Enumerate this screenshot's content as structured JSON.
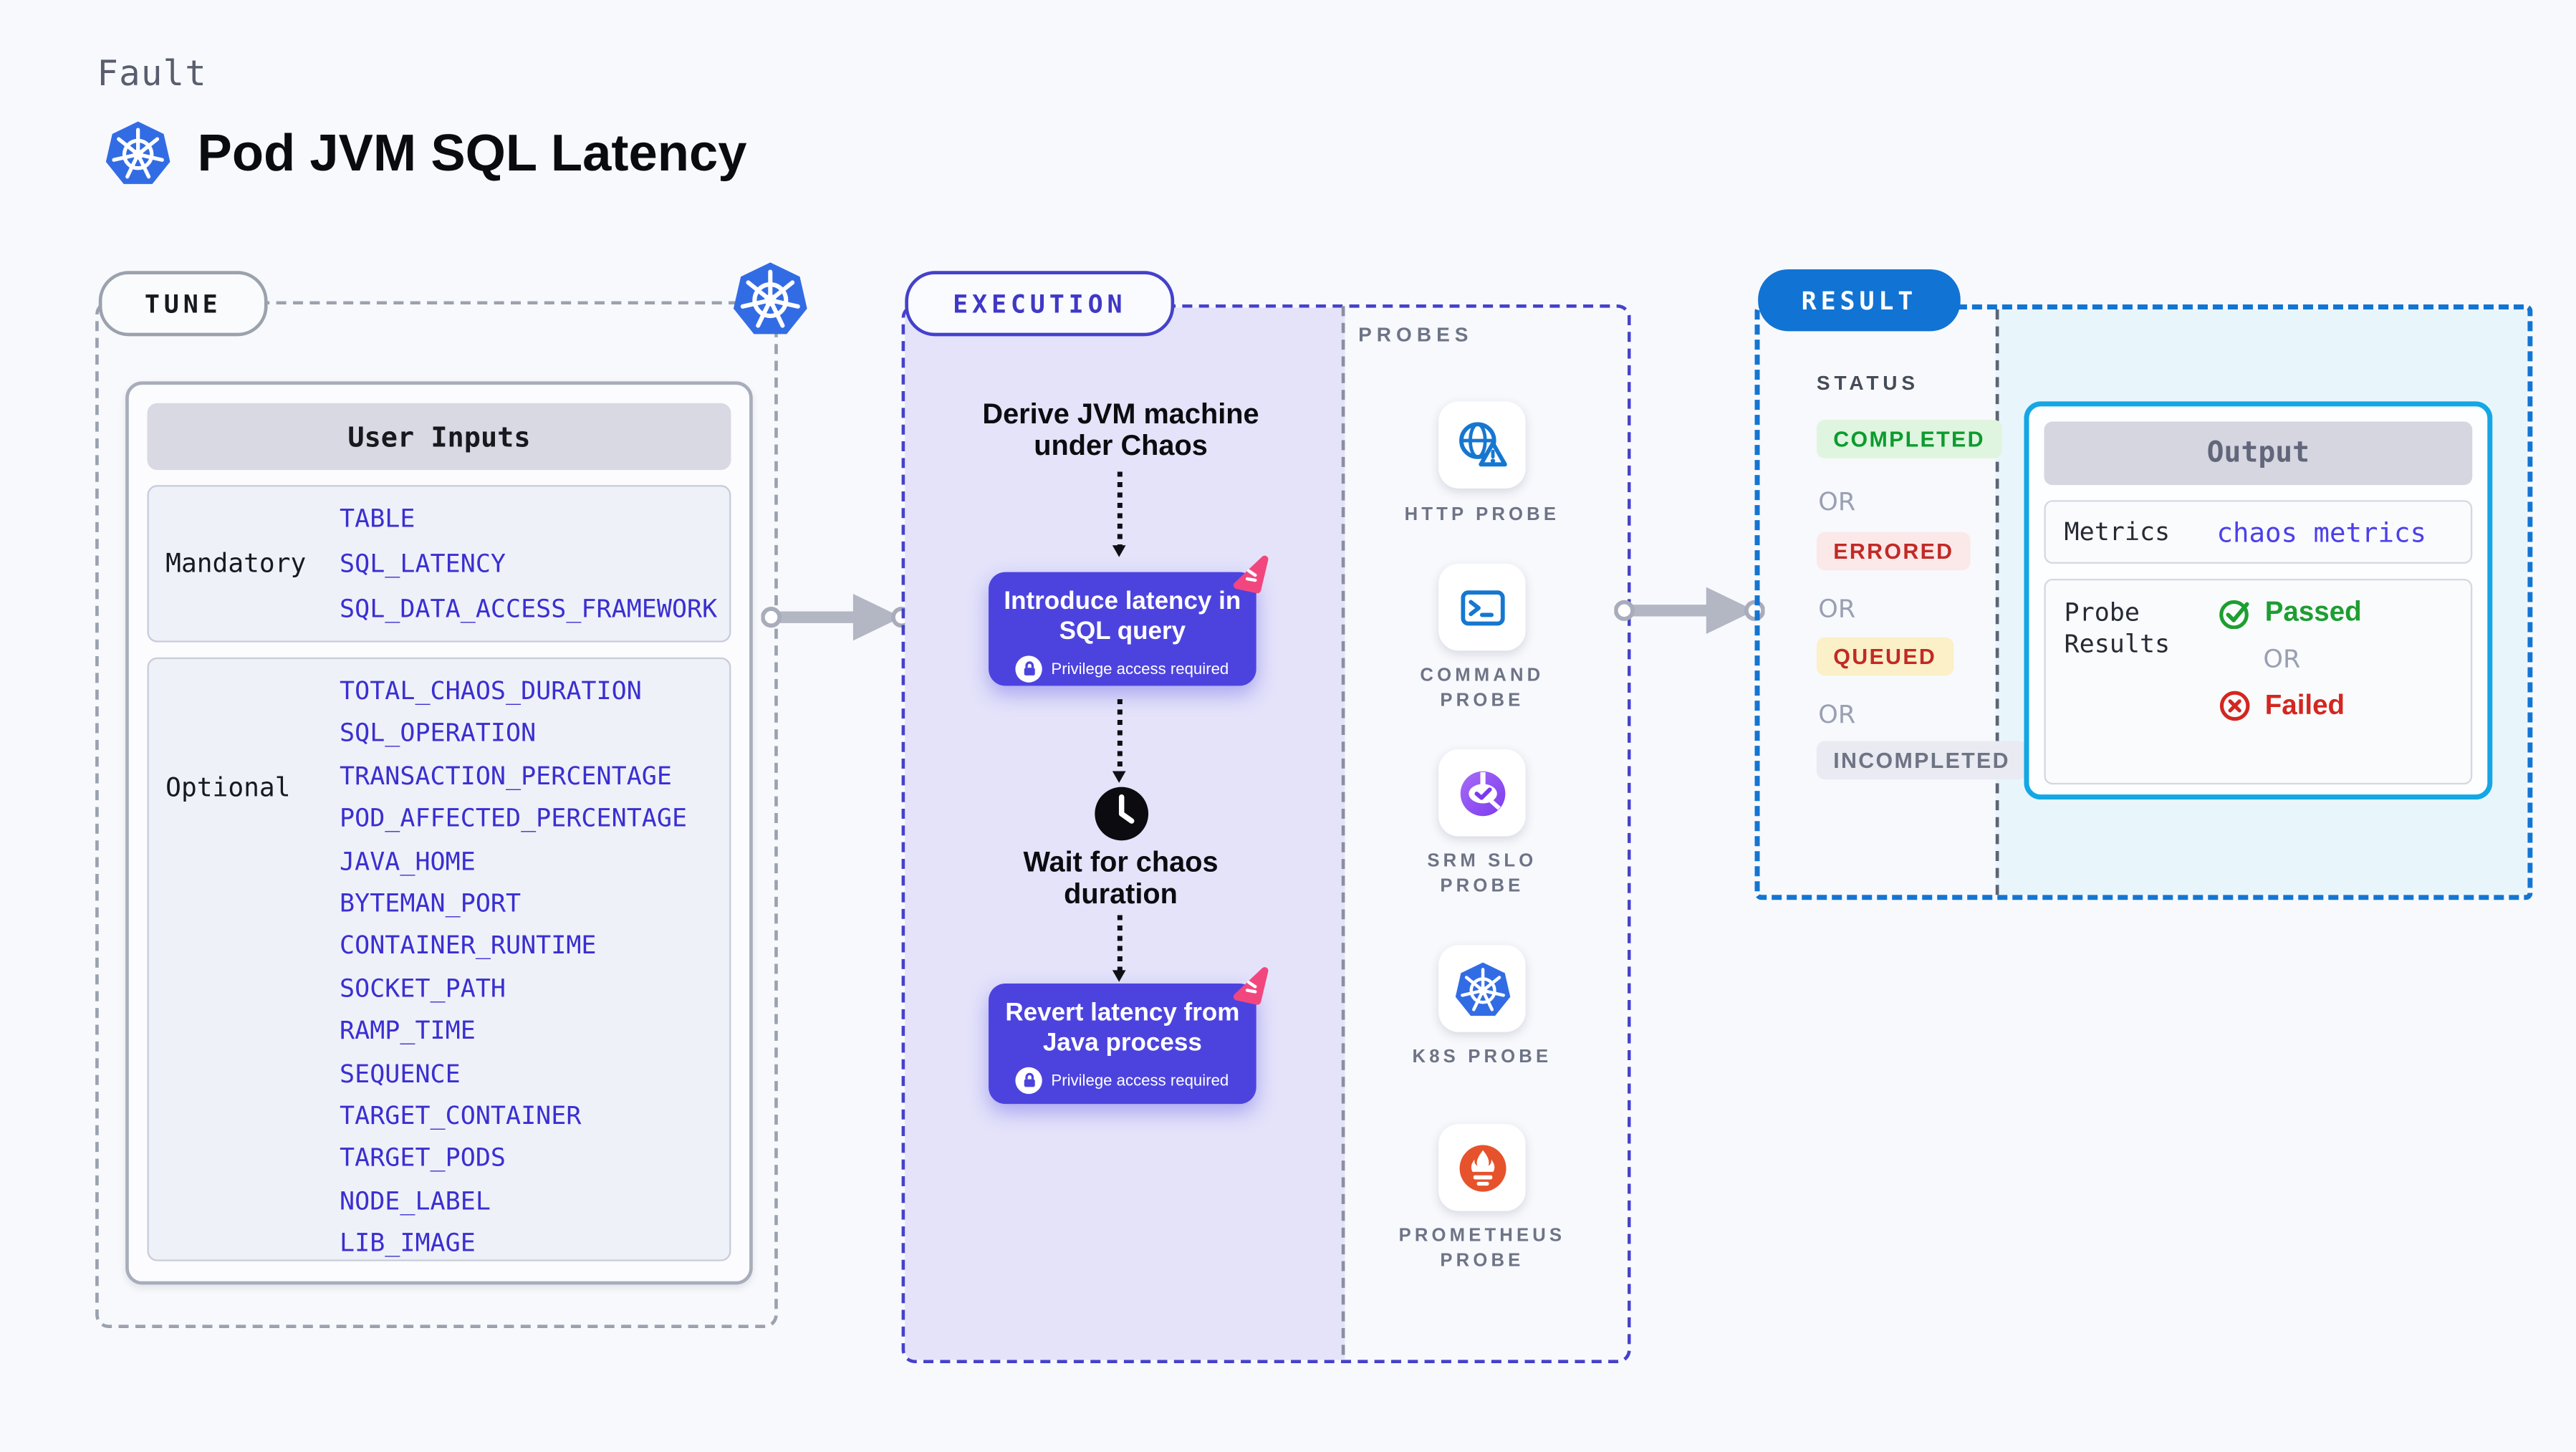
{
  "header": {
    "kicker": "Fault",
    "title": "Pod JVM SQL Latency"
  },
  "tune": {
    "label": "TUNE",
    "card_title": "User Inputs",
    "mandatory_label": "Mandatory",
    "mandatory_params": [
      "TABLE",
      "SQL_LATENCY",
      "SQL_DATA_ACCESS_FRAMEWORK"
    ],
    "optional_label": "Optional",
    "optional_params": [
      "TOTAL_CHAOS_DURATION",
      "SQL_OPERATION",
      "TRANSACTION_PERCENTAGE",
      "POD_AFFECTED_PERCENTAGE",
      "JAVA_HOME",
      "BYTEMAN_PORT",
      "CONTAINER_RUNTIME",
      "SOCKET_PATH",
      "RAMP_TIME",
      "SEQUENCE",
      "TARGET_CONTAINER",
      "TARGET_PODS",
      "NODE_LABEL",
      "LIB_IMAGE"
    ]
  },
  "execution": {
    "label": "EXECUTION",
    "step_derive": "Derive JVM machine\nunder Chaos",
    "step_introduce": "Introduce latency in\nSQL query",
    "step_wait": "Wait for chaos\nduration",
    "step_revert": "Revert latency from\nJava process",
    "privilege_note": "Privilege access required"
  },
  "probes": {
    "label": "PROBES",
    "items": [
      {
        "icon": "http-probe-icon",
        "label": "HTTP PROBE"
      },
      {
        "icon": "command-probe-icon",
        "label": "COMMAND\nPROBE"
      },
      {
        "icon": "srm-slo-probe-icon",
        "label": "SRM SLO\nPROBE"
      },
      {
        "icon": "k8s-probe-icon",
        "label": "K8S PROBE"
      },
      {
        "icon": "prometheus-probe-icon",
        "label": "PROMETHEUS\nPROBE"
      }
    ]
  },
  "result": {
    "label": "RESULT",
    "status_label": "STATUS",
    "or_label": "OR",
    "statuses": [
      {
        "text": "COMPLETED",
        "type": "completed",
        "fg": "#0C9B2F",
        "bg": "#DFF5DF"
      },
      {
        "text": "ERRORED",
        "type": "errored",
        "fg": "#C22A26",
        "bg": "#FBE9E9"
      },
      {
        "text": "QUEUED",
        "type": "queued",
        "fg": "#C22A26",
        "bg": "#FBF0C7"
      },
      {
        "text": "INCOMPLETED",
        "type": "incompleted",
        "fg": "#6E7483",
        "bg": "#E9EAF2"
      }
    ],
    "output": {
      "title": "Output",
      "metrics_label": "Metrics",
      "metrics_value": "chaos metrics",
      "probe_results_label": "Probe\nResults",
      "passed_label": "Passed",
      "or_label": "OR",
      "failed_label": "Failed"
    }
  },
  "colors": {
    "page_bg": "#F8F9FC",
    "indigo_dash": "#4541CC",
    "execution_bg": "#E4E3FA",
    "step_button_bg": "#4C43DF",
    "param_link": "#3A2FD1",
    "result_blue": "#1173D4",
    "result_dash": "#1375D3",
    "output_border": "#14A7E3",
    "result_panel_bg": "#E8F6FC",
    "kubernetes_blue": "#326CE5",
    "probe_icon_blue": "#1677D0",
    "prometheus_orange": "#E6522C",
    "srm_purple": "#7C3AED",
    "chaos_pink": "#F2477E",
    "passed_green": "#1D9E31",
    "failed_red": "#D3271F",
    "arrow_gray": "#B3B6C3",
    "tune_dash_gray": "#9BA2AE"
  }
}
